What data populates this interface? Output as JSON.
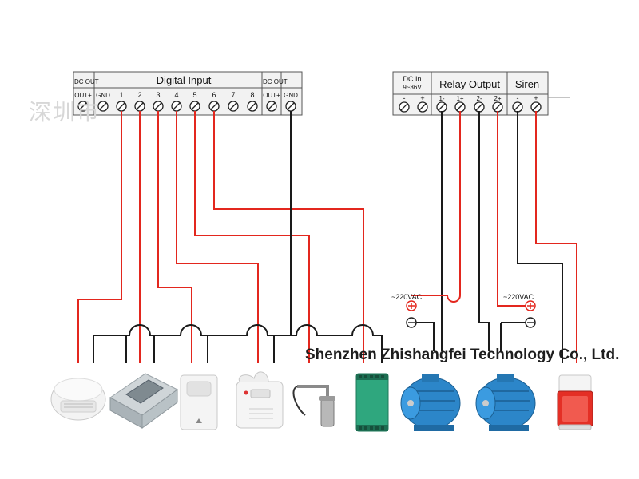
{
  "watermark": "深圳市",
  "company": "Shenzhen Zhishangfei Technology Co., Ltd.",
  "left_block": {
    "dc_out_left": "DC OUT",
    "digital_input": "Digital Input",
    "dc_out_right": "DC OUT",
    "labels": [
      "OUT+",
      "GND",
      "1",
      "2",
      "3",
      "4",
      "5",
      "6",
      "7",
      "8",
      "OUT+",
      "GND"
    ]
  },
  "right_block": {
    "dc_in": "DC In",
    "dc_in_range": "9~36V",
    "relay_output": "Relay Output",
    "siren": "Siren",
    "labels": [
      "-",
      "+",
      "1-",
      "1+",
      "2-",
      "2+",
      "-",
      "+"
    ]
  },
  "ac_labels": [
    "~220VAC",
    "~220VAC"
  ],
  "devices": [
    {
      "name": "smoke-detector"
    },
    {
      "name": "thermostat-panel"
    },
    {
      "name": "pir-sensor"
    },
    {
      "name": "gas-detector"
    },
    {
      "name": "float-switch"
    },
    {
      "name": "io-module"
    },
    {
      "name": "motor"
    },
    {
      "name": "motor"
    },
    {
      "name": "siren-light"
    }
  ]
}
